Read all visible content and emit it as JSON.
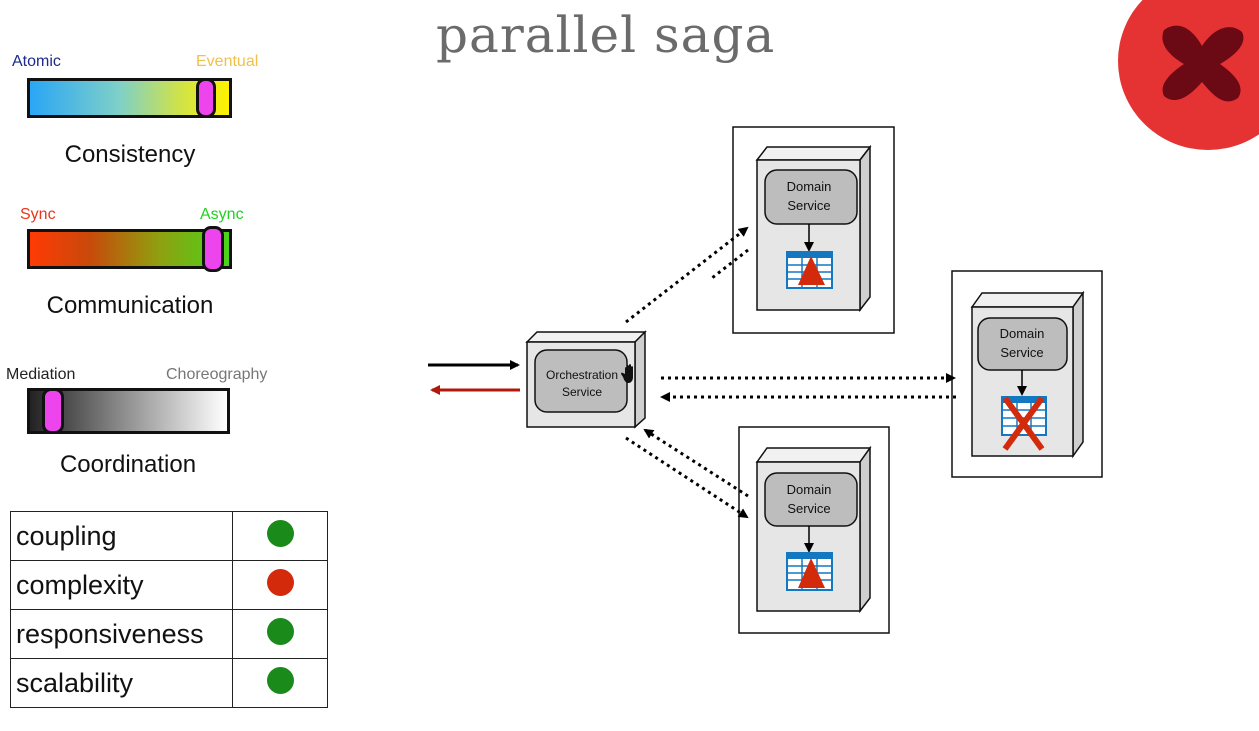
{
  "title": "parallel saga",
  "colors": {
    "good": "#1a8a1a",
    "bad": "#d42a0c",
    "accent": "#e53233",
    "marker": "#ee44ee"
  },
  "icons": {
    "status": "x-mark-icon",
    "flow": "dotted-arrow-icon",
    "interaction": "hand-icon",
    "database": "database-table-icon"
  },
  "scales": {
    "consistency": {
      "title": "Consistency",
      "left": "Atomic",
      "right": "Eventual",
      "position": 0.87
    },
    "communication": {
      "title": "Communication",
      "left": "Sync",
      "right": "Async",
      "position": 0.9
    },
    "coordination": {
      "title": "Coordination",
      "left": "Mediation",
      "right": "Choreography",
      "position": 0.1
    }
  },
  "qualities": [
    {
      "name": "coupling",
      "rating": "good"
    },
    {
      "name": "complexity",
      "rating": "bad"
    },
    {
      "name": "responsiveness",
      "rating": "good"
    },
    {
      "name": "scalability",
      "rating": "good"
    }
  ],
  "diagram": {
    "orchestrator": {
      "line1": "Orchestration",
      "line2": "Service"
    },
    "domain_services": [
      {
        "line1": "Domain",
        "line2": "Service",
        "state": "ok"
      },
      {
        "line1": "Domain",
        "line2": "Service",
        "state": "failed"
      },
      {
        "line1": "Domain",
        "line2": "Service",
        "state": "ok"
      }
    ]
  }
}
